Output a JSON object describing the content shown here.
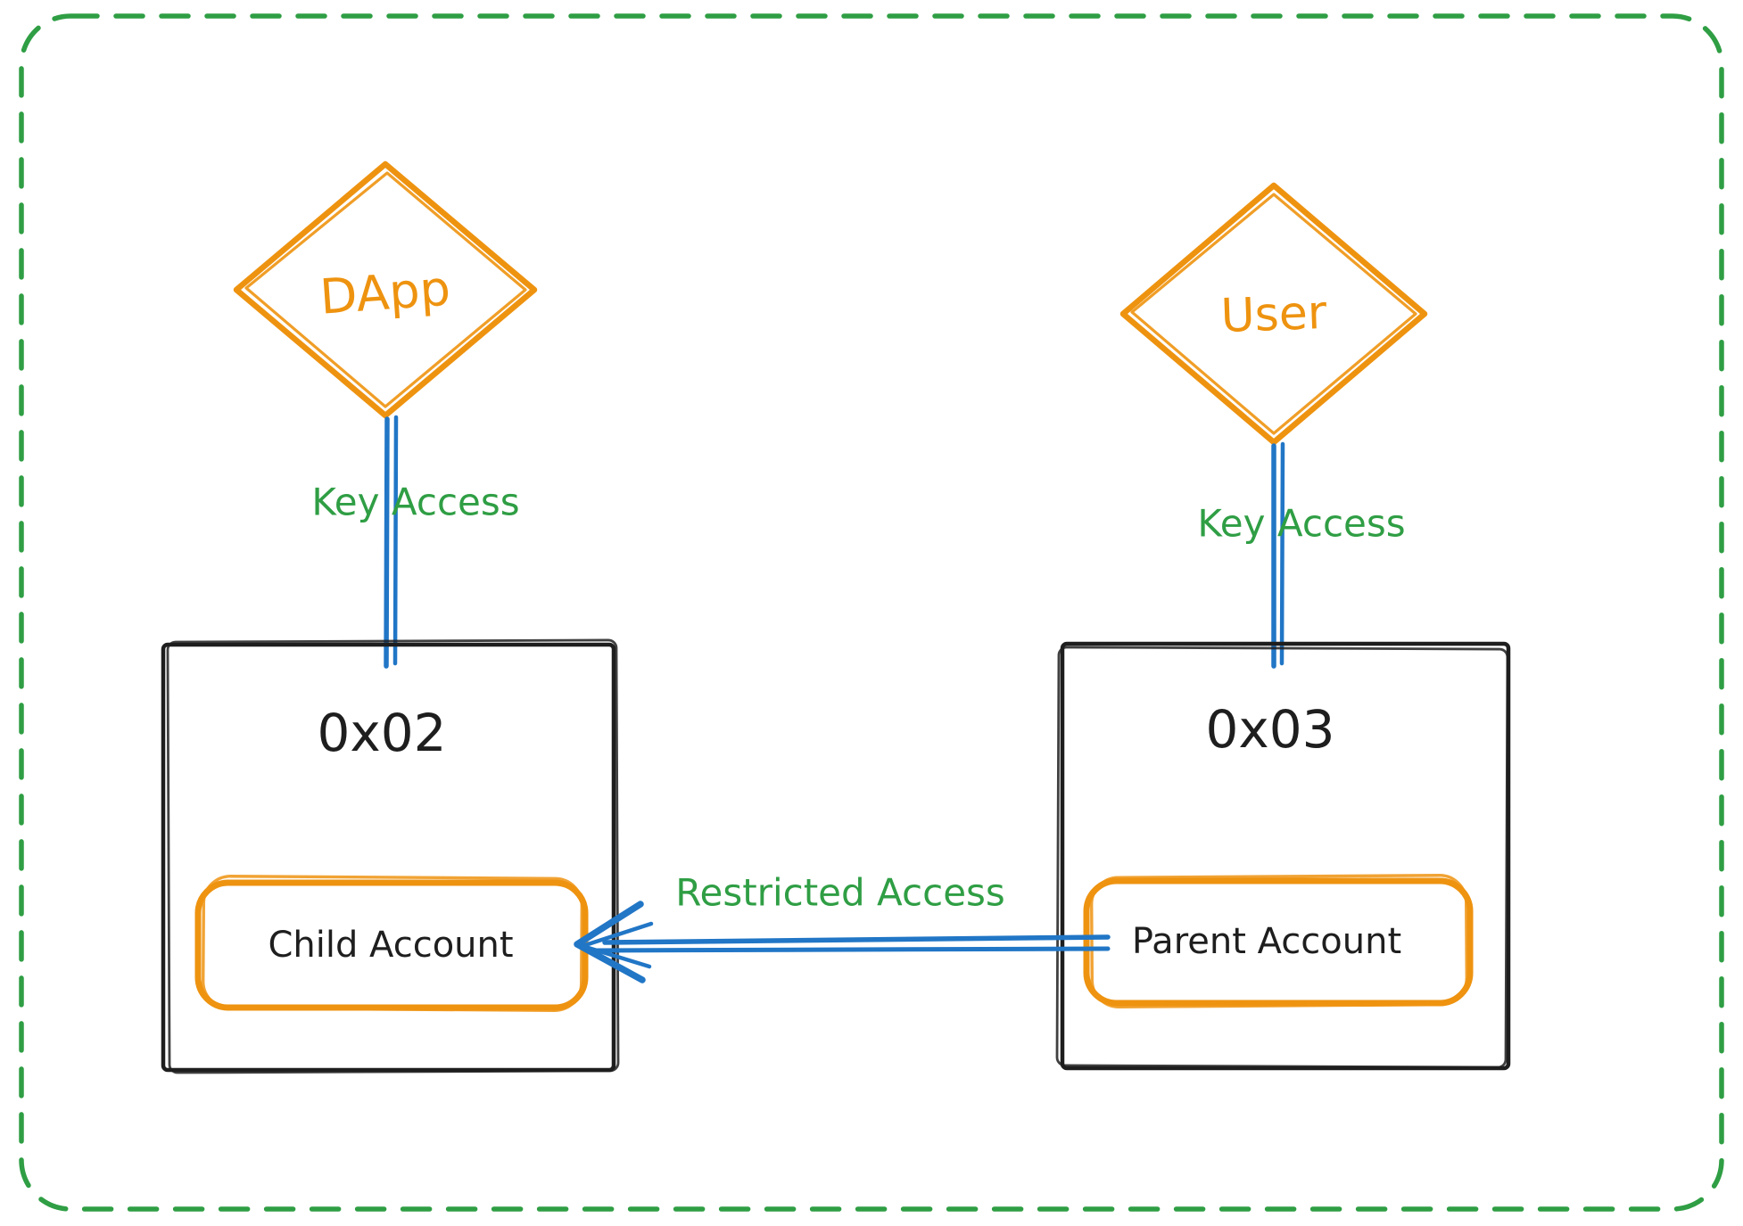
{
  "canvas": {
    "background": "#ffffff",
    "border_color": "#2f9e44",
    "border_style": "dashed-rounded"
  },
  "colors": {
    "orange_stroke": "#ee9310",
    "orange_hatch_fill": "#ffdd92",
    "blue_connector": "#2176c6",
    "green_label": "#2f9e44",
    "black_stroke": "#1e1e1e"
  },
  "nodes": {
    "dapp": {
      "label": "DApp",
      "shape": "diamond"
    },
    "user": {
      "label": "User",
      "shape": "diamond"
    },
    "left_box": {
      "title": "0x02",
      "account_label": "Child Account"
    },
    "right_box": {
      "title": "0x03",
      "account_label": "Parent Account"
    }
  },
  "edges": {
    "dapp_key_access": {
      "label": "Key Access",
      "from": "DApp",
      "to": "0x02"
    },
    "user_key_access": {
      "label": "Key Access",
      "from": "User",
      "to": "0x03"
    },
    "restricted_access": {
      "label": "Restricted Access",
      "from": "Parent Account",
      "to": "Child Account",
      "arrow": "left"
    }
  }
}
